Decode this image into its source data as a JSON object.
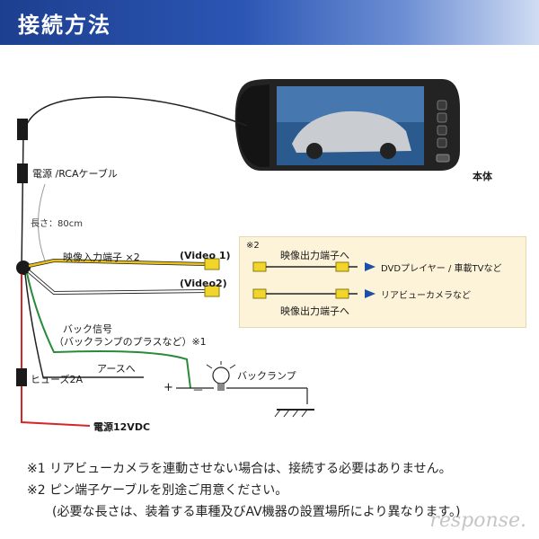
{
  "header": {
    "title": "接続方法"
  },
  "labels": {
    "main_body": "本体",
    "power_rca_cable": "電源 /RCAケーブル",
    "length": "長さ：80cm",
    "video_input": "映像入力端子 ×2",
    "video1": "(Video 1)",
    "video2": "(Video2)",
    "back_signal_1": "バック信号",
    "back_signal_2": "（バックランプのプラスなど）※1",
    "to_ground": "アースへ",
    "fuse": "ヒューズ2A",
    "plus": "+",
    "minus": "－",
    "back_lamp": "バックランプ",
    "power": "電源12VDC"
  },
  "note_box": {
    "marker": "※2",
    "video_output_top": "映像出力端子へ",
    "video_output_bottom": "映像出力端子へ",
    "dvd": "DVDプレイヤー / 車載TVなど",
    "rear_camera": "リアビューカメラなど"
  },
  "footer": {
    "note1": "※1  リアビューカメラを連動させない場合は、接続する必要はありません。",
    "note2": "※2  ピン端子ケーブルを別途ご用意ください。",
    "note2_sub": "(必要な長さは、装着する車種及びAV機器の設置場所により異なります。)"
  },
  "watermark": "response.",
  "colors": {
    "header": "#1d3f8f",
    "wire_yellow": "#e8c21a",
    "wire_red": "#d42828",
    "wire_green": "#2a8a3a",
    "note_bg": "#fdf3d9",
    "arrow_blue": "#1e4fa8"
  }
}
